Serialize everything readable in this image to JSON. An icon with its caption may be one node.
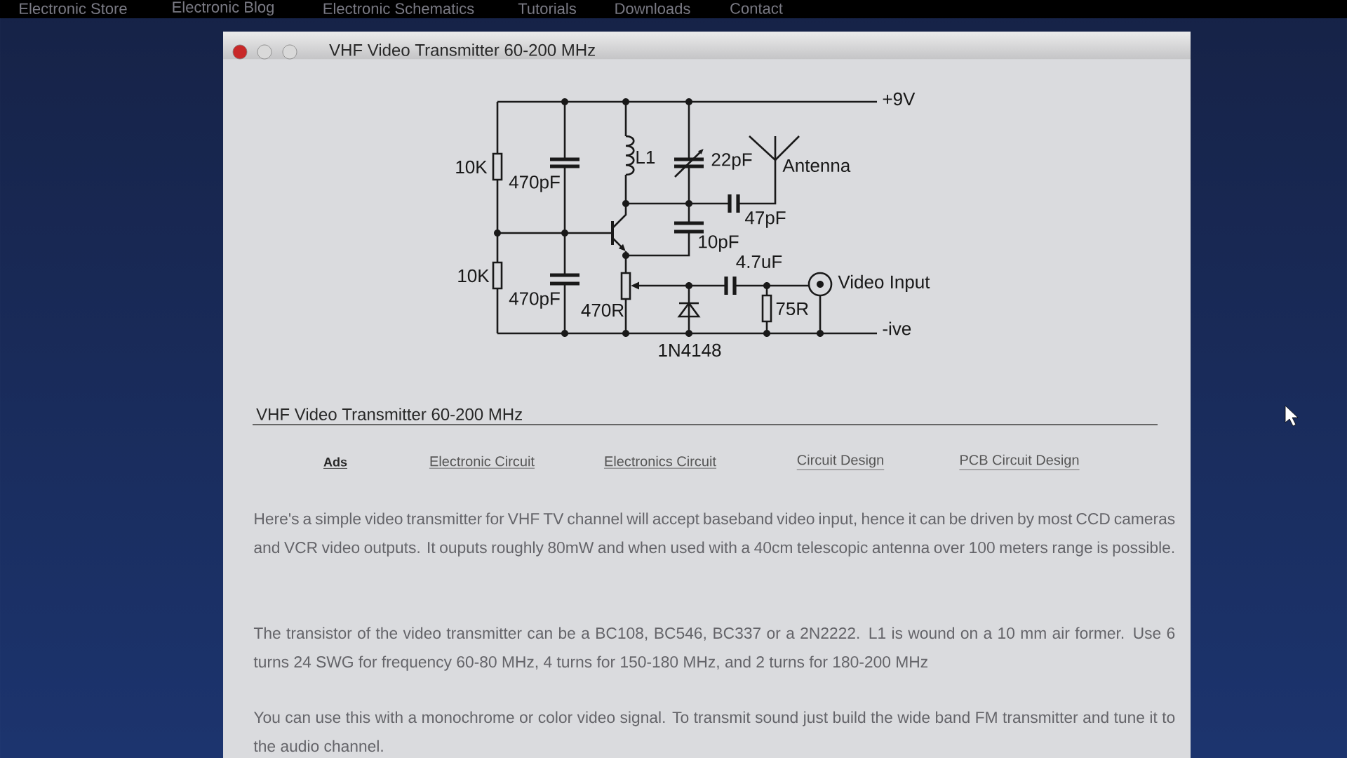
{
  "diagram": {
    "title": "VHF Video Transmitter 60-200 MHz",
    "caption": "VHF Video Transmitter 60-200 MHz",
    "labels": [
      "Electronic Store",
      "Electronic Blog",
      "Electronic Schematics",
      "Tutorials",
      "Downloads",
      "Contact",
      "+9V",
      "10K",
      "470pF",
      "L1",
      "22pF",
      "Antenna",
      "47pF",
      "10pF",
      "10K",
      "4.7uF",
      "Video Input",
      "470pF",
      "470R",
      "75R",
      "-ive",
      "1N4148",
      "Ads",
      "Electronic Circuit",
      "Electronics Circuit",
      "Circuit Design",
      "PCB Circuit Design",
      "Here's a simple video transmitter for VHF TV channel will accept baseband video input, hence it can be driven by most CCD cameras and VCR video outputs. It ouputs roughly 80mW and when used with a 40cm telescopic antenna over 100 meters range is possible.",
      "The transistor of the video transmitter can be a BC108, BC546, BC337 or a 2N2222. L1 is wound on a 10 mm air former. Use 6 turns 24 SWG for frequency 60-80 MHz, 4 turns for 150-180 MHz, and 2 turns for 180-200 MHz",
      "You can use this with a monochrome or color video signal. To transmit sound just build the wide band FM transmitter and tune it to the audio channel."
    ]
  }
}
